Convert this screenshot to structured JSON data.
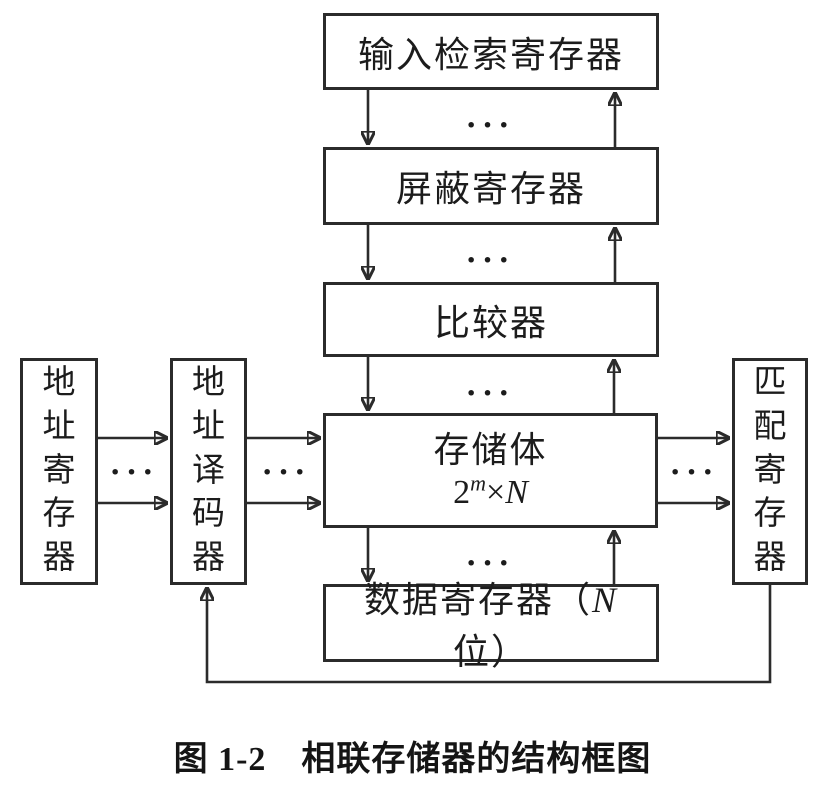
{
  "figure": {
    "caption": "图 1-2　相联存储器的结构框图"
  },
  "ellipsis": "···",
  "boxes": {
    "input_search_register": {
      "label": "输入检索寄存器"
    },
    "mask_register": {
      "label": "屏蔽寄存器"
    },
    "comparator": {
      "label": "比较器"
    },
    "memory_bank": {
      "title": "存储体",
      "capacity_base": "2",
      "capacity_exponent": "m",
      "capacity_times": "×",
      "capacity_word_width": "N"
    },
    "data_register": {
      "label_prefix": "数据寄存器（",
      "label_var": "N",
      "label_suffix": "位）"
    },
    "address_register": {
      "label": "地址寄存器"
    },
    "address_decoder": {
      "label": "地址译码器"
    },
    "match_register": {
      "label": "匹配寄存器"
    }
  },
  "colors": {
    "line": "#2b2b2b",
    "text": "#1c1c1c",
    "background": "#ffffff"
  }
}
